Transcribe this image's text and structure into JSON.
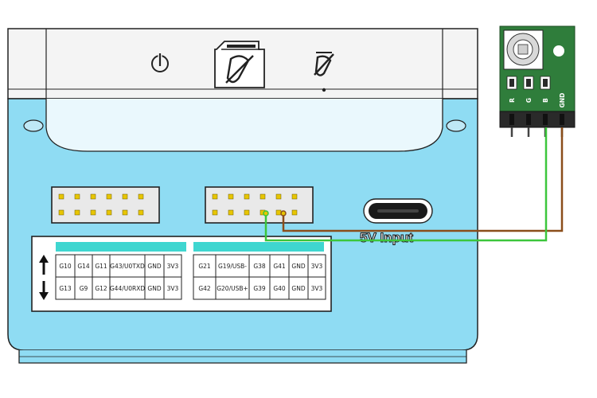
{
  "input_label": "5V Input",
  "colors": {
    "case_outline": "#222222",
    "body_blue": "#8fdcf3",
    "header_teal": "#3fd6d0",
    "pin_gold": "#e8c600",
    "module_green": "#2f7d3b",
    "wire_green": "#3cc63c",
    "wire_brown": "#8b4e1b"
  },
  "pin_tables": [
    {
      "rows": [
        [
          "G10",
          "G14",
          "G11",
          "G43/U0TXD",
          "GND",
          "3V3"
        ],
        [
          "G13",
          "G9",
          "G12",
          "G44/U0RXD",
          "GND",
          "3V3"
        ]
      ]
    },
    {
      "rows": [
        [
          "G21",
          "G19/USB-",
          "G38",
          "G41",
          "GND",
          "3V3"
        ],
        [
          "G42",
          "G20/USB+",
          "G39",
          "G40",
          "GND",
          "3V3"
        ]
      ]
    }
  ],
  "led_module": {
    "pin_labels": [
      "R",
      "G",
      "B",
      "GND"
    ]
  },
  "icons": [
    "power-icon",
    "no-sd-icon",
    "no-sim-icon",
    "up-arrow-icon",
    "down-arrow-icon"
  ]
}
